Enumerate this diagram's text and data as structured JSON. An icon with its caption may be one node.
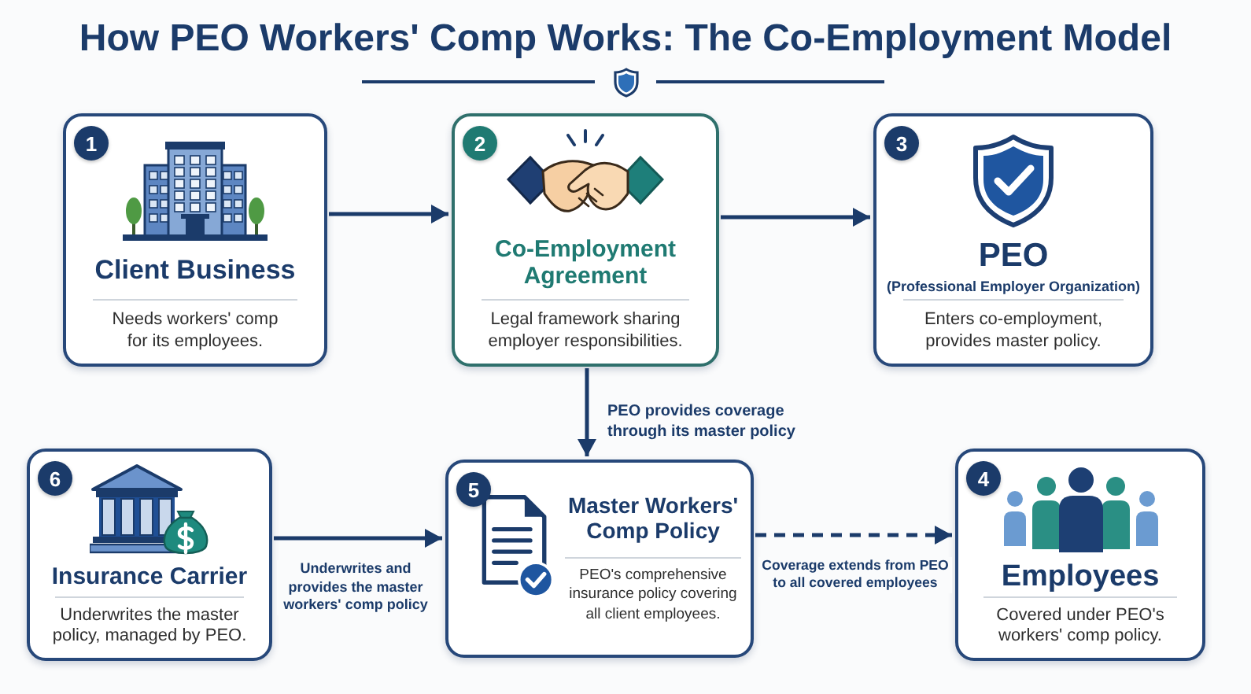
{
  "diagram": {
    "title": "How PEO Workers' Comp Works: The Co-Employment Model",
    "nodes": [
      {
        "text": [
          "1",
          "Client Business",
          "Needs workers' comp for its employees."
        ]
      },
      {
        "text": [
          "2",
          "Co-Employment Agreement",
          "Legal framework sharing employer responsibilities."
        ]
      },
      {
        "text": [
          "3",
          "PEO",
          "(Professional Employer Organization)",
          "Enters co-employment, provides master policy."
        ]
      },
      {
        "text": [
          "6",
          "Insurance Carrier",
          "Underwrites the master policy, managed by PEO."
        ]
      },
      {
        "text": [
          "5",
          "Master Workers' Comp Policy",
          "PEO's comprehensive insurance policy covering all client employees."
        ]
      },
      {
        "text": [
          "4",
          "Employees",
          "Covered under PEO's workers' comp policy."
        ]
      }
    ],
    "edges": [
      {
        "from": 0,
        "to": 1,
        "arrow": "to"
      },
      {
        "from": 1,
        "to": 2,
        "arrow": "to"
      },
      {
        "from": 1,
        "to": 4,
        "arrow": "to",
        "label": "PEO provides coverage through its master policy"
      },
      {
        "from": 3,
        "to": 4,
        "arrow": "to",
        "label": "Underwrites and provides the master workers' comp policy"
      },
      {
        "from": 4,
        "to": 5,
        "arrow": "to",
        "label": "Coverage extends from PEO to all covered employees",
        "style": "dashed"
      }
    ]
  }
}
